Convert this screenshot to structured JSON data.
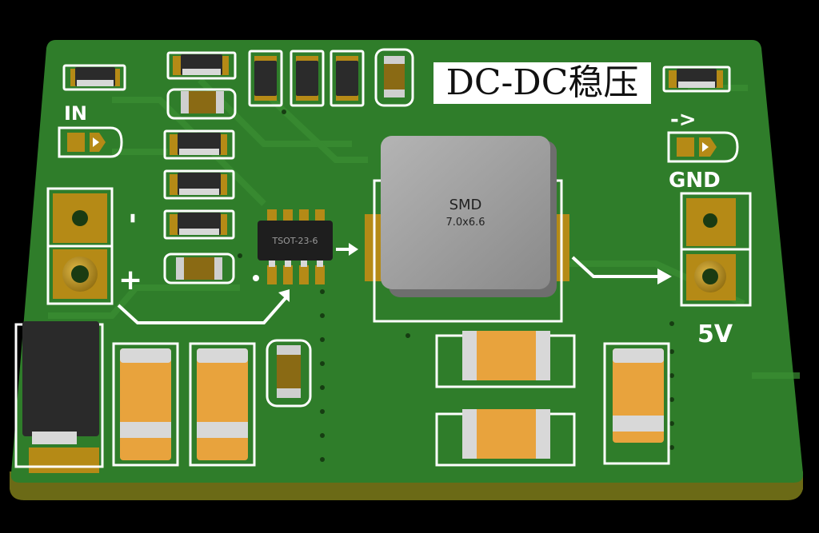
{
  "board": {
    "title": "DC-DC稳压",
    "input_label": "IN",
    "arrow_label": "->",
    "gnd_label": "GND",
    "output_label": "5V",
    "minus_sign": "-",
    "plus_sign": "+"
  },
  "ic": {
    "label": "TSOT-23-6"
  },
  "inductor": {
    "label": "SMD",
    "size": "7.0x6.6"
  },
  "colors": {
    "background": "#000000",
    "pcb": "#2f7d2a",
    "pcb_edge": "#6b6a16",
    "silkscreen": "#ffffff",
    "pad": "#b58a16",
    "capacitor": "#e8a33d",
    "resistor": "#2b2b2b",
    "inductor": "#9a9a9a"
  }
}
